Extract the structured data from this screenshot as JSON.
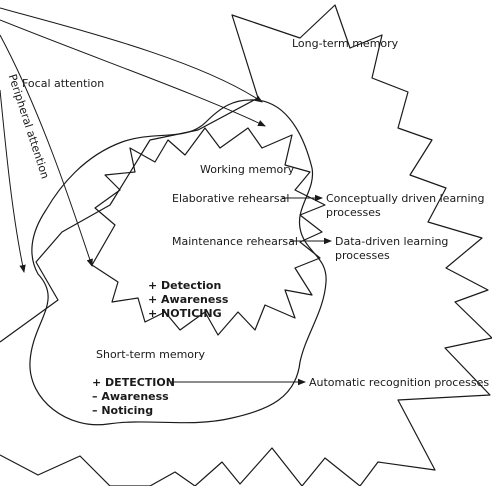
{
  "labels": {
    "long_term_memory": "Long-term memory",
    "focal_attention": "Focal attention",
    "peripheral_attention": "Peripheral attention",
    "working_memory": "Working memory",
    "elaborative_rehearsal": "Elaborative rehearsal",
    "maintenance_rehearsal": "Maintenance rehearsal",
    "conceptual_line1": "Conceptually driven learning",
    "conceptual_line2": "processes",
    "data_driven_line1": "Data-driven learning",
    "data_driven_line2": "processes",
    "wm_detection": "+ Detection",
    "wm_awareness": "+ Awareness",
    "wm_noticing": "+ NOTICING",
    "short_term_memory": "Short-term memory",
    "stm_detection": "+ DETECTION",
    "stm_awareness": "– Awareness",
    "stm_noticing": "– Noticing",
    "automatic_recognition": "Automatic recognition processes"
  }
}
